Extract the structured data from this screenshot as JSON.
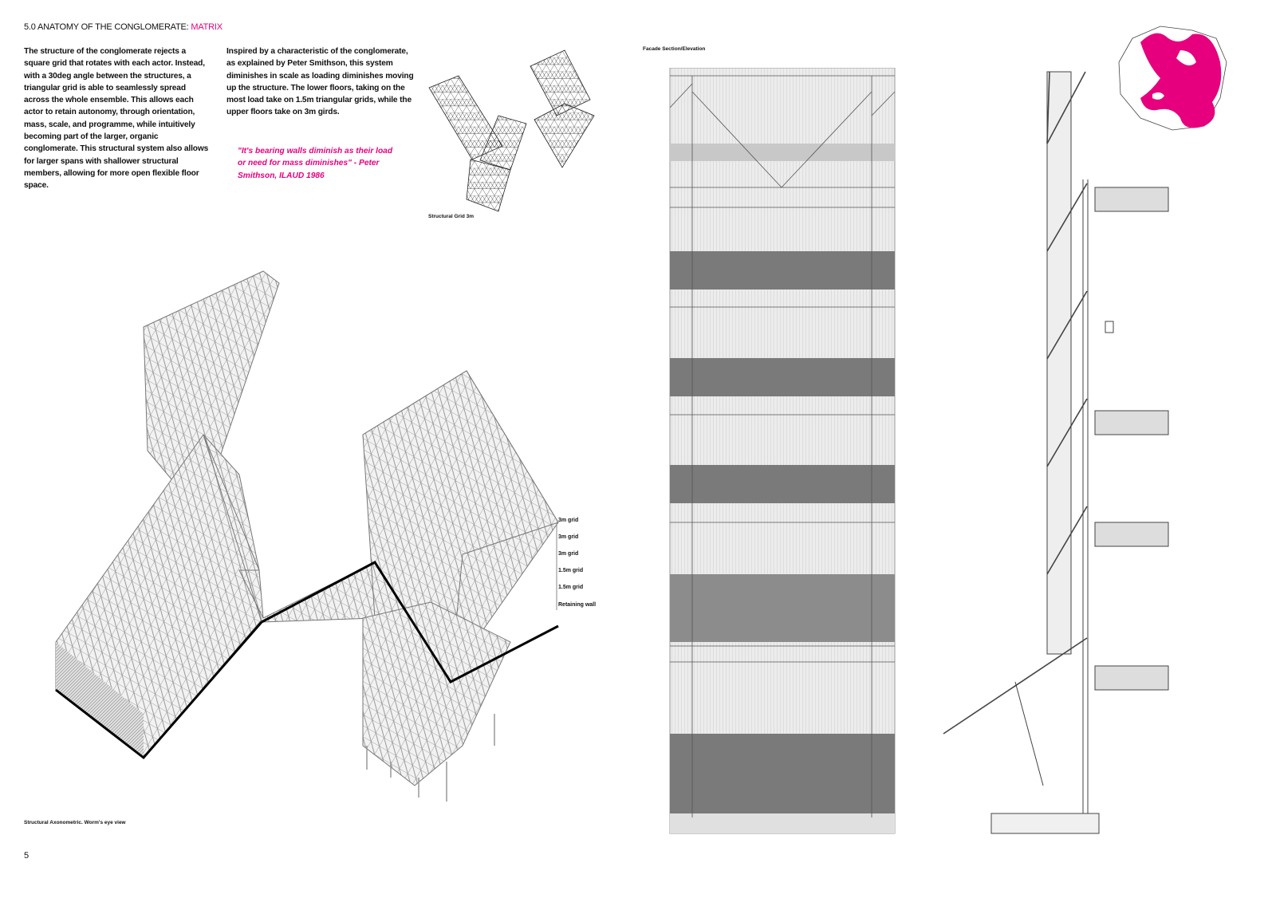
{
  "header": {
    "title_prefix": "5.0 ANATOMY OF THE CONGLOMERATE: ",
    "title_accent": "MATRIX"
  },
  "text": {
    "col1": "The structure of the conglomerate rejects a square grid that rotates with each actor. Instead, with a 30deg angle between the structures, a triangular grid is able to seamlessly spread across the whole ensemble. This allows each actor to retain autonomy, through orientation, mass, scale, and programme,  while intuitively becoming part of the larger, organic conglomerate. This structural system also allows for larger spans with shallower structural members, allowing for more open flexible floor space.",
    "col2": "Inspired by a characteristic of the conglomerate, as explained by Peter Smithson, this system diminishes in scale as loading diminishes moving up the structure. The lower floors, taking on the most load take on 1.5m triangular grids, while the upper floors take on 3m girds.",
    "quote": "\"It's bearing walls diminish as their load or need for mass diminishes\" - Peter Smithson, ILAUD 1986"
  },
  "captions": {
    "grid": "Structural Grid 3m",
    "axonometric": "Structural Axonometric. Worm's eye view",
    "facade": "Facade Section/Elevation"
  },
  "axo_labels": [
    "3m grid",
    "3m grid",
    "3m grid",
    "1.5m grid",
    "1.5m grid",
    "Retaining wall"
  ],
  "page_number": "5",
  "colors": {
    "accent": "#e6007e"
  }
}
